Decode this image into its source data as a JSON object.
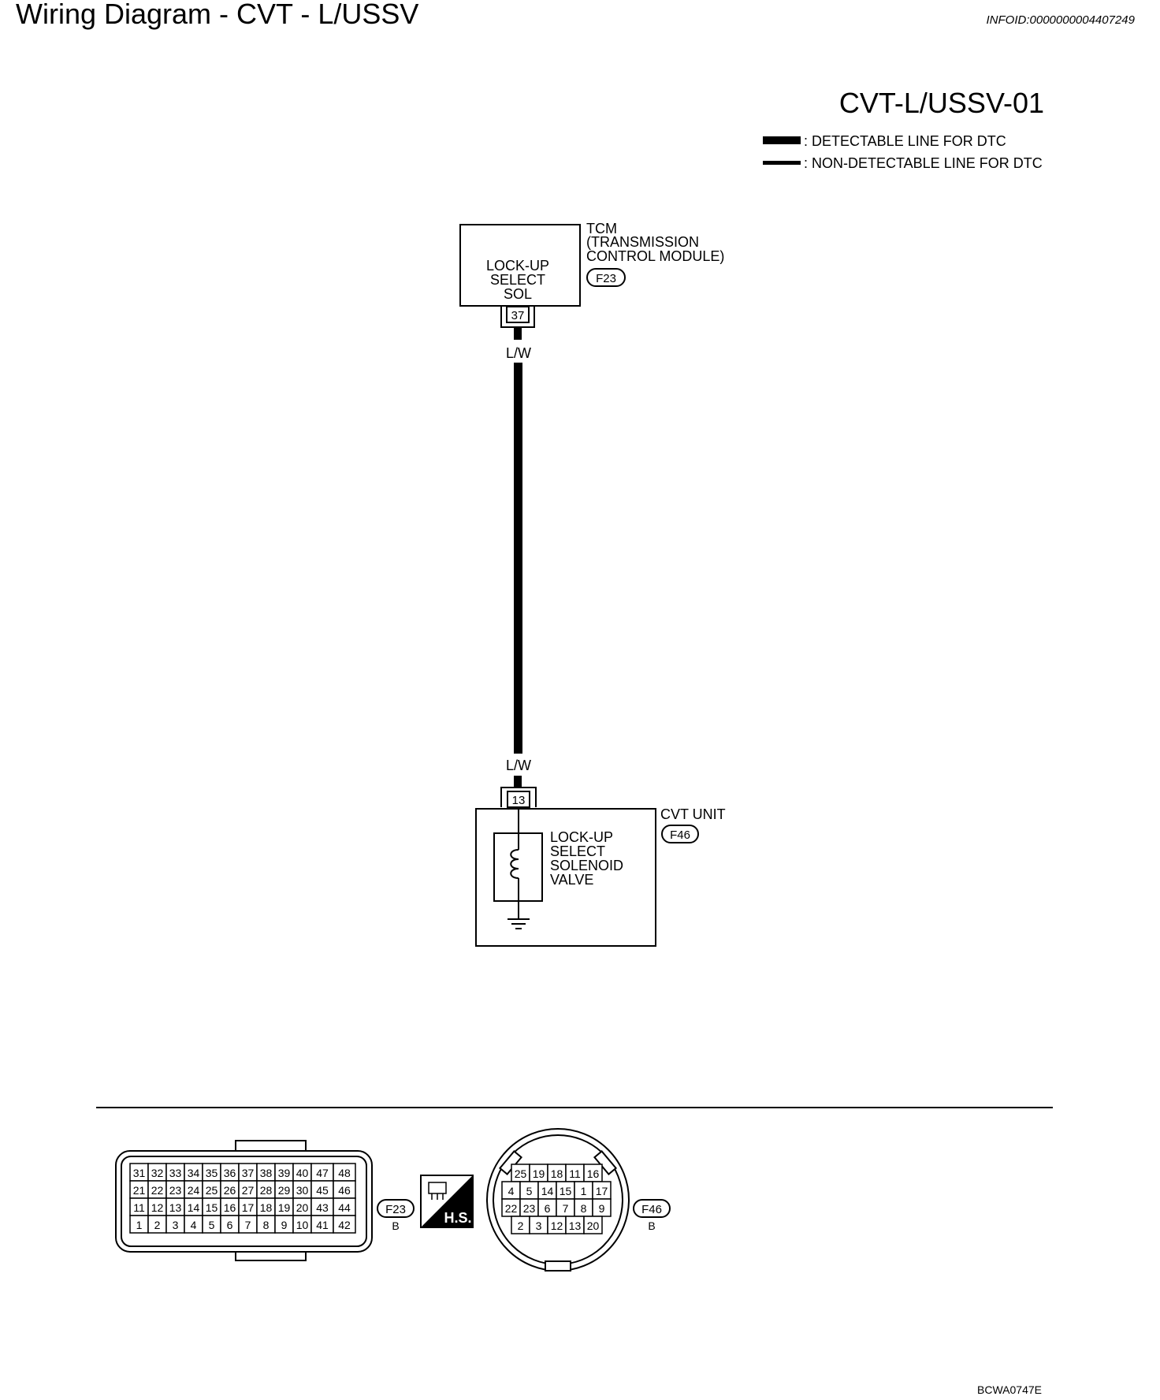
{
  "page": {
    "title": "Wiring Diagram - CVT - L/USSV",
    "info_id": "INFOID:0000000004407249",
    "diagram_code": "CVT-L/USSV-01",
    "figure_ref": "BCWA0747E"
  },
  "legend": {
    "detectable": ": DETECTABLE LINE FOR DTC",
    "non_detectable": ": NON-DETECTABLE LINE FOR DTC"
  },
  "tcm": {
    "title_lines": [
      "TCM",
      "(TRANSMISSION",
      "CONTROL MODULE)"
    ],
    "connector": "F23",
    "box_lines": [
      "LOCK-UP",
      "SELECT",
      "SOL"
    ],
    "pin": "37"
  },
  "wire": {
    "color_top": "L/W",
    "color_bottom": "L/W"
  },
  "cvt_unit": {
    "title": "CVT UNIT",
    "connector": "F46",
    "box_lines": [
      "LOCK-UP",
      "SELECT",
      "SOLENOID",
      "VALVE"
    ],
    "pin": "13"
  },
  "connectors": {
    "f23": {
      "label": "F23",
      "color": "B",
      "rows": [
        [
          "31",
          "32",
          "33",
          "34",
          "35",
          "36",
          "37",
          "38",
          "39",
          "40",
          "47",
          "48"
        ],
        [
          "21",
          "22",
          "23",
          "24",
          "25",
          "26",
          "27",
          "28",
          "29",
          "30",
          "45",
          "46"
        ],
        [
          "11",
          "12",
          "13",
          "14",
          "15",
          "16",
          "17",
          "18",
          "19",
          "20",
          "43",
          "44"
        ],
        [
          "1",
          "2",
          "3",
          "4",
          "5",
          "6",
          "7",
          "8",
          "9",
          "10",
          "41",
          "42"
        ]
      ]
    },
    "hs": {
      "label": "H.S."
    },
    "f46": {
      "label": "F46",
      "color": "B",
      "rows": [
        [
          "25",
          "19",
          "18",
          "11",
          "16"
        ],
        [
          "4",
          "5",
          "14",
          "15",
          "1",
          "17"
        ],
        [
          "22",
          "23",
          "6",
          "7",
          "8",
          "9"
        ],
        [
          "2",
          "3",
          "12",
          "13",
          "20"
        ]
      ]
    }
  }
}
